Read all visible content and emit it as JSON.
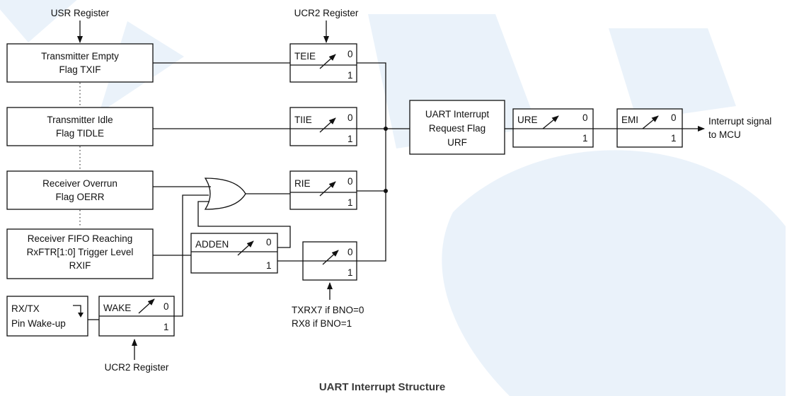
{
  "title": "UART Interrupt Structure",
  "register_labels": {
    "usr_top": "USR Register",
    "ucr2_top": "UCR2 Register",
    "ucr2_bottom": "UCR2 Register",
    "txrx_line1": "TXRX7 if BNO=0",
    "txrx_line2": "RX8 if BNO=1"
  },
  "source_flags": {
    "tx_empty": [
      "Transmitter Empty",
      "Flag TXIF"
    ],
    "tx_idle": [
      "Transmitter Idle",
      "Flag TIDLE"
    ],
    "rx_overrun": [
      "Receiver Overrun",
      "Flag OERR"
    ],
    "rx_fifo": [
      "Receiver FIFO Reaching",
      "RxFTR[1:0] Trigger Level",
      "RXIF"
    ],
    "wakeup": [
      "RX/TX",
      "Pin Wake-up"
    ]
  },
  "switches": {
    "teie": {
      "label": "TEIE",
      "zero": "0",
      "one": "1"
    },
    "tiie": {
      "label": "TIIE",
      "zero": "0",
      "one": "1"
    },
    "rie": {
      "label": "RIE",
      "zero": "0",
      "one": "1"
    },
    "adden": {
      "label": "ADDEN",
      "zero": "0",
      "one": "1"
    },
    "bno": {
      "label": "",
      "zero": "0",
      "one": "1"
    },
    "wake": {
      "label": "WAKE",
      "zero": "0",
      "one": "1"
    },
    "ure": {
      "label": "URE",
      "zero": "0",
      "one": "1"
    },
    "emi": {
      "label": "EMI",
      "zero": "0",
      "one": "1"
    }
  },
  "urf": [
    "UART Interrupt",
    "Request Flag",
    "URF"
  ],
  "output": [
    "Interrupt signal",
    "to MCU"
  ]
}
